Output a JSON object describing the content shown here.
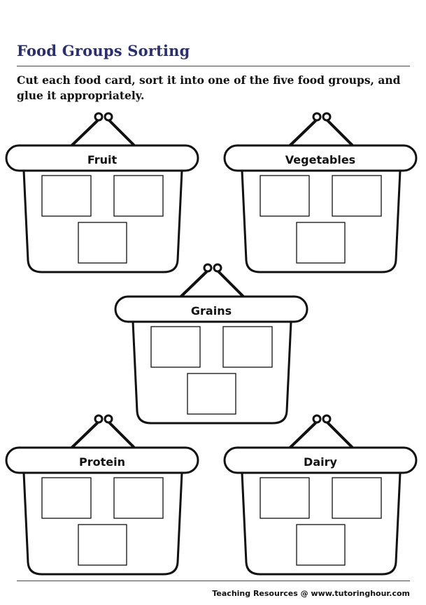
{
  "worksheet": {
    "title": "Food Groups Sorting",
    "instructions": "Cut each food card, sort it into one of the five food groups, and glue it appropriately."
  },
  "baskets": [
    {
      "label": "Fruit"
    },
    {
      "label": "Vegetables"
    },
    {
      "label": "Grains"
    },
    {
      "label": "Protein"
    },
    {
      "label": "Dairy"
    }
  ],
  "footer": {
    "prefix": "Teaching Resources @ ",
    "site": "www.tutoringhour.com"
  }
}
